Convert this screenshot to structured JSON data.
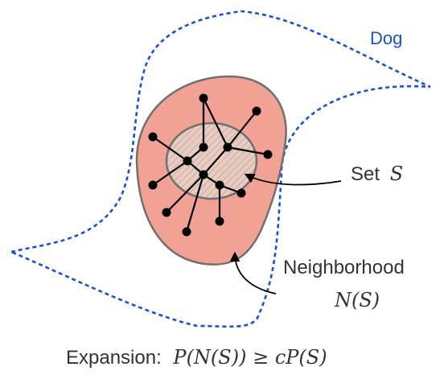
{
  "labels": {
    "dog": "Dog",
    "set_prefix": "Set",
    "set_symbol": "S",
    "neighborhood": "Neighborhood",
    "neighborhood_math": "N(S)",
    "expansion_prefix": "Expansion:",
    "expansion_formula": "P(N(S)) ≥ cP(S)"
  },
  "colors": {
    "dog_outline": "#1a4fd6",
    "dog_label": "#1a4fd6",
    "neighborhood_fill": "#f2a195",
    "neighborhood_stroke": "#707070",
    "set_fill": "#e6cdc2",
    "set_hatch": "#d2a89c",
    "graph": "#000000",
    "text": "#333333",
    "arrow": "#000000"
  },
  "icons": {
    "set_arrow": "curved-arrow",
    "neighborhood_arrow": "curved-arrow"
  }
}
